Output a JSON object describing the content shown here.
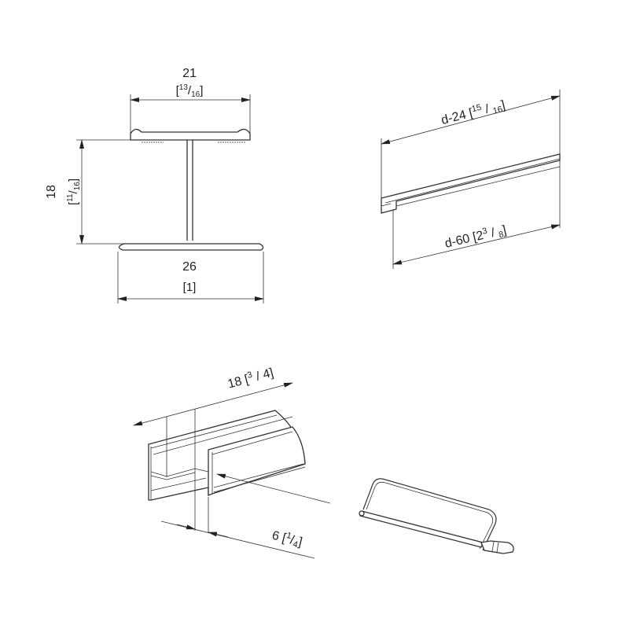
{
  "section_view": {
    "top_width": {
      "value": "21",
      "fraction_num": "13",
      "fraction_den": "16"
    },
    "height": {
      "value": "18",
      "fraction_num": "11",
      "fraction_den": "16"
    },
    "bottom_width": {
      "value": "26",
      "bracket": "[1]"
    }
  },
  "length_view": {
    "upper": {
      "prefix": "d-24 [",
      "fraction_num": "15",
      "fraction_den": "16",
      "suffix": "]"
    },
    "lower": {
      "prefix": "d-60 [2",
      "fraction_num": "3",
      "fraction_den": "8",
      "suffix": "]"
    }
  },
  "cut_view": {
    "width": {
      "prefix": "18 [",
      "fraction_num": "3",
      "fraction_den": "4",
      "suffix": "]"
    },
    "offset": {
      "prefix": "6 [",
      "fraction_num": "1",
      "fraction_den": "4",
      "suffix": "]"
    }
  },
  "tool_icon": "hacksaw-icon",
  "line_color": "#333333"
}
